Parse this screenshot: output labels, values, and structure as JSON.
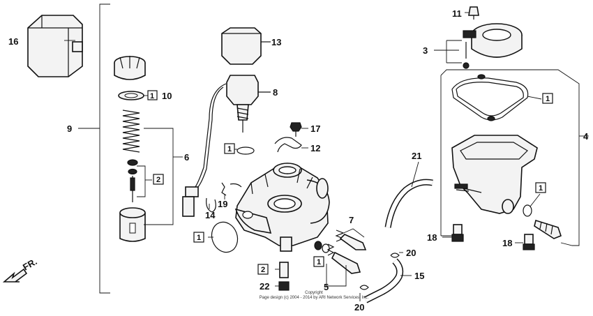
{
  "callouts": {
    "c3": "3",
    "c4": "4",
    "c5": "5",
    "c6": "6",
    "c7": "7",
    "c8": "8",
    "c9": "9",
    "c10": "10",
    "c11": "11",
    "c12": "12",
    "c13": "13",
    "c14": "14",
    "c15": "15",
    "c16": "16",
    "c17": "17",
    "c18a": "18",
    "c18b": "18",
    "c19": "19",
    "c20a": "20",
    "c20b": "20",
    "c21": "21",
    "c22": "22"
  },
  "quantity_boxes": {
    "q10": "1",
    "q_spring": "2",
    "q_diaphragm": "1",
    "q_bowl_gasket": "1",
    "q_bowl_washer": "1",
    "q_flange": "1",
    "q_screw": "1",
    "q_jet": "2"
  },
  "direction": "FR.",
  "copyright": {
    "line1": "Copyright",
    "line2": "Page design (c) 2004 - 2014 by ARI Network Services, Inc."
  }
}
